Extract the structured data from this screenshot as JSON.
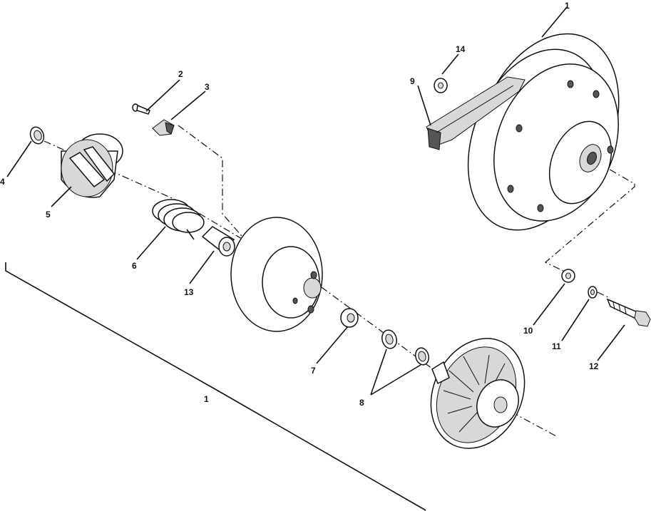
{
  "callouts": {
    "c1_top": "1",
    "c1_bottom": "1",
    "c2": "2",
    "c3": "3",
    "c4": "4",
    "c5": "5",
    "c6": "6",
    "c7": "7",
    "c8": "8",
    "c9": "9",
    "c10": "10",
    "c11": "11",
    "c12": "12",
    "c13": "13",
    "c14": "14"
  }
}
